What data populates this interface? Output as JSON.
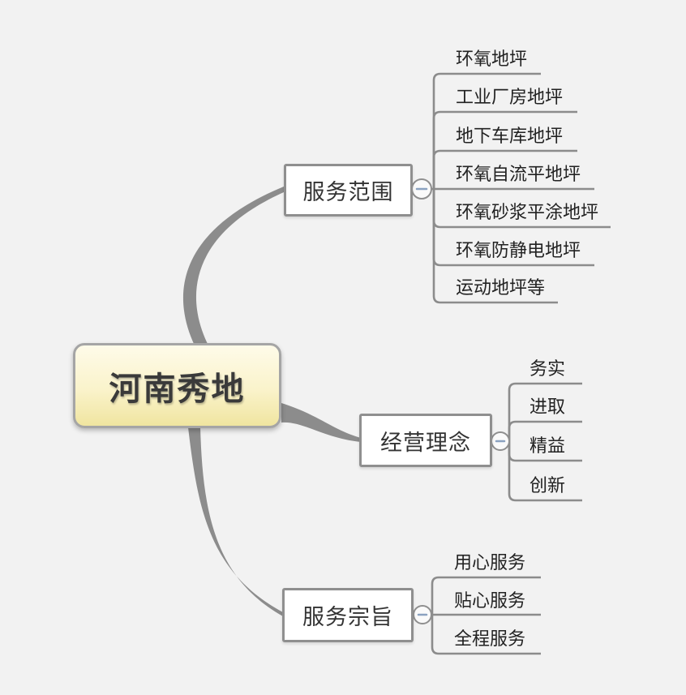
{
  "colors": {
    "background": "#f2f2f2",
    "connector_line": "#8c8c8c",
    "box_border": "#8f8f8f",
    "box_background": "#ffffff",
    "root_border": "#a5a5a5",
    "root_gradient_top": "#fefbe9",
    "root_gradient_bottom": "#f0e5a0",
    "text": "#333333",
    "collapse_minus": "#8ba2c0"
  },
  "icons": {
    "collapse": "minus-circle-icon"
  },
  "root": {
    "label": "河南秀地"
  },
  "branches": [
    {
      "label": "服务范围",
      "collapse_state": "expanded",
      "children": [
        "环氧地坪",
        "工业厂房地坪",
        "地下车库地坪",
        "环氧自流平地坪",
        "环氧砂浆平涂地坪",
        "环氧防静电地坪",
        "运动地坪等"
      ]
    },
    {
      "label": "经营理念",
      "collapse_state": "expanded",
      "children": [
        "务实",
        "进取",
        "精益",
        "创新"
      ]
    },
    {
      "label": "服务宗旨",
      "collapse_state": "expanded",
      "children": [
        "用心服务",
        "贴心服务",
        "全程服务"
      ]
    }
  ]
}
